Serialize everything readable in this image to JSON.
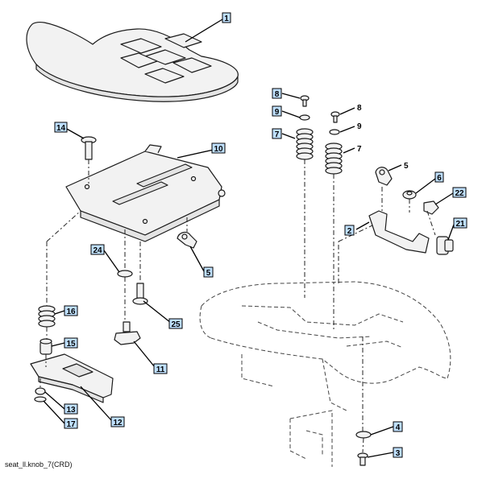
{
  "caption": "seat_ll.knob_7(CRD)",
  "colors": {
    "label_fill": "#bfe0ff",
    "outline": "#1a1a1a",
    "part_fill": "#f2f2f2"
  },
  "callouts": {
    "c1": "1",
    "c2": "2",
    "c3": "3",
    "c4": "4",
    "c5a": "5",
    "c5b": "5",
    "c6": "6",
    "c7a": "7",
    "c7b": "7",
    "c8a": "8",
    "c8b": "8",
    "c9a": "9",
    "c9b": "9",
    "c10": "10",
    "c11": "11",
    "c12": "12",
    "c13": "13",
    "c14": "14",
    "c15": "15",
    "c16": "16",
    "c17": "17",
    "c21": "21",
    "c22": "22",
    "c24": "24",
    "c25": "25"
  }
}
